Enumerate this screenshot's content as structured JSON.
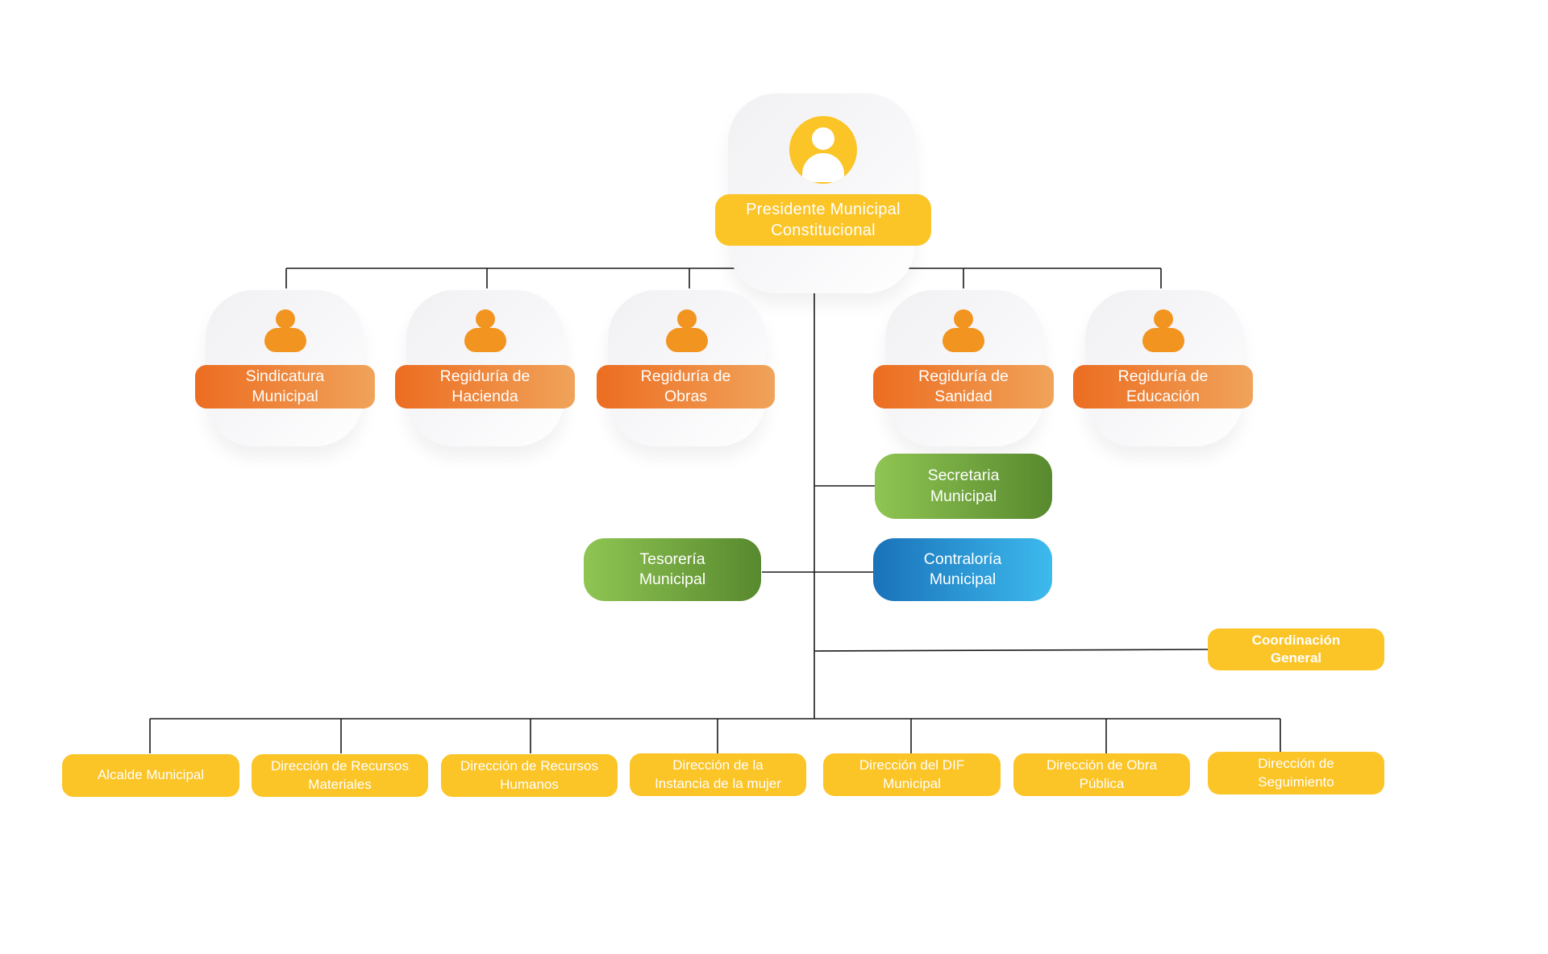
{
  "root": {
    "label_line1": "Presidente Municipal",
    "label_line2": "Constitucional"
  },
  "regidurias": [
    {
      "line1": "Sindicatura",
      "line2": "Municipal"
    },
    {
      "line1": "Regiduría de",
      "line2": "Hacienda"
    },
    {
      "line1": "Regiduría de",
      "line2": "Obras"
    },
    {
      "line1": "Regiduría de",
      "line2": "Sanidad"
    },
    {
      "line1": "Regiduría de",
      "line2": "Educación"
    }
  ],
  "secretaria": {
    "line1": "Secretaria",
    "line2": "Municipal"
  },
  "tesoreria": {
    "line1": "Tesorería",
    "line2": "Municipal"
  },
  "contraloria": {
    "line1": "Contraloría",
    "line2": "Municipal"
  },
  "coordinacion": {
    "line1": "Coordinación",
    "line2": "General"
  },
  "direcciones": [
    {
      "line1": "Alcalde Municipal",
      "line2": ""
    },
    {
      "line1": "Dirección de Recursos",
      "line2": "Materiales"
    },
    {
      "line1": "Dirección de Recursos",
      "line2": "Humanos"
    },
    {
      "line1": "Dirección de la",
      "line2": "Instancia de la mujer"
    },
    {
      "line1": "Dirección del DIF",
      "line2": "Municipal"
    },
    {
      "line1": "Dirección de Obra",
      "line2": "Pública"
    },
    {
      "line1": "Dirección de",
      "line2": "Seguimiento"
    }
  ],
  "colors": {
    "yellow": "#fbc427",
    "orange_start": "#ec6d21",
    "orange_end": "#f0a35a",
    "green_start": "#8fc553",
    "green_end": "#58892e",
    "blue_start": "#1a72b9",
    "blue_end": "#3dbaee",
    "connector": "#1a1a1a"
  },
  "icons": {
    "root": "user-avatar-icon",
    "regidurias": "person-icon"
  }
}
